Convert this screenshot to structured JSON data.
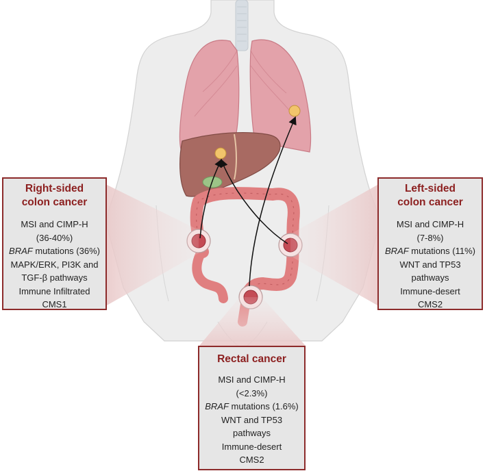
{
  "right_box": {
    "title_1": "Right-sided",
    "title_2": "colon cancer",
    "lines": [
      "MSI and CIMP-H",
      "(36-40%)"
    ],
    "braf_gene": "BRAF",
    "braf_text": " mutations (36%)",
    "more_lines": [
      "MAPK/ERK, PI3K and",
      "TGF-β pathways",
      "Immune Infiltrated",
      "CMS1"
    ]
  },
  "left_box": {
    "title_1": "Left-sided",
    "title_2": "colon cancer",
    "lines": [
      "MSI and CIMP-H",
      "(7-8%)"
    ],
    "braf_gene": "BRAF",
    "braf_text": " mutations (11%)",
    "more_lines": [
      "WNT and TP53",
      "pathways",
      "Immune-desert",
      "CMS2"
    ]
  },
  "rectal_box": {
    "title": "Rectal cancer",
    "lines": [
      "MSI and CIMP-H",
      "(<2.3%)"
    ],
    "braf_gene": "BRAF",
    "braf_text": " mutations (1.6%)",
    "more_lines": [
      "WNT and TP53",
      "pathways",
      "Immune-desert",
      "CMS2"
    ]
  },
  "colors": {
    "box_border": "#8c2a2a",
    "box_fill": "#e6e6e6",
    "title_color": "#8c1f1f",
    "body": "#ececec",
    "lung": "#e3a2aa",
    "liver": "#a86a62",
    "colon": "#e07f80",
    "tumor": "#f2c46b"
  },
  "icons": [
    "body-silhouette",
    "lungs",
    "liver",
    "gallbladder",
    "colon",
    "tumor-lesion",
    "metastasis-arrow"
  ]
}
